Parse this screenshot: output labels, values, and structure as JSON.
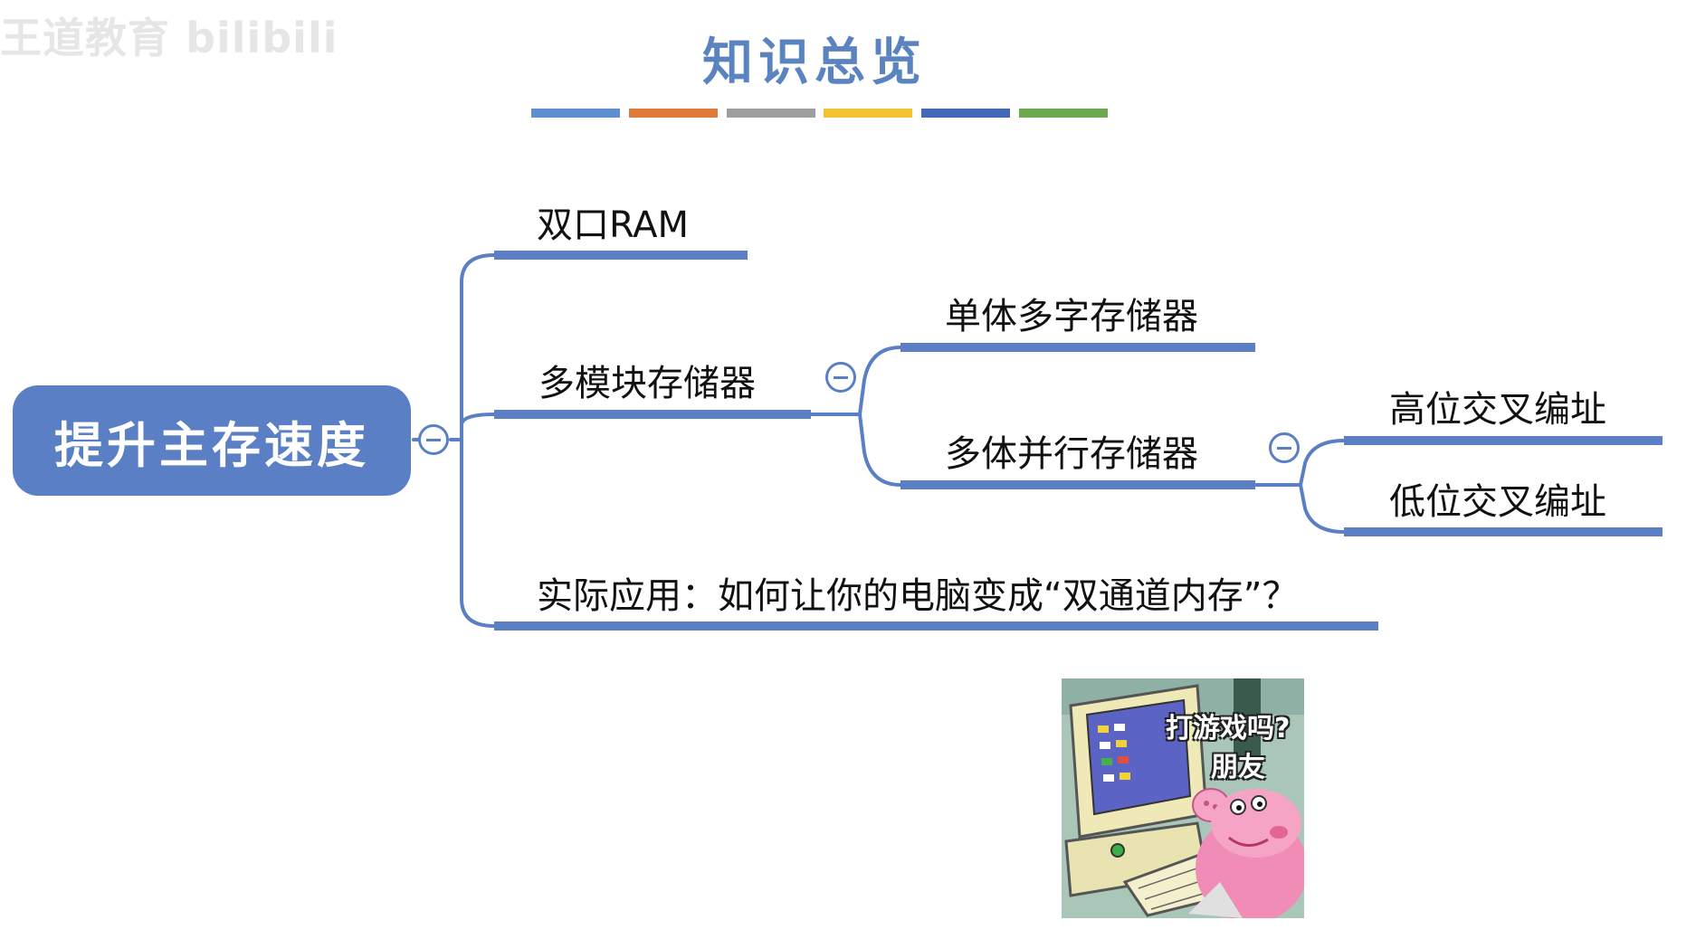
{
  "watermark": "王道教育 bilibili",
  "title": "知识总览",
  "color_bars": [
    "#5b8fd0",
    "#e07a3a",
    "#9e9e9e",
    "#f2c232",
    "#4468b8",
    "#6daa4e"
  ],
  "accent_color": "#5a7fc4",
  "mindmap": {
    "root": "提升主存速度",
    "branch_dual_port": "双口RAM",
    "branch_multi_module": "多模块存储器",
    "sub_single": "单体多字存储器",
    "sub_parallel": "多体并行存储器",
    "leaf_high": "高位交叉编址",
    "leaf_low": "低位交叉编址",
    "branch_application": "实际应用：如何让你的电脑变成“双通道内存”？"
  },
  "meme": {
    "caption_line1": "打游戏吗?",
    "caption_line2": "朋友"
  }
}
